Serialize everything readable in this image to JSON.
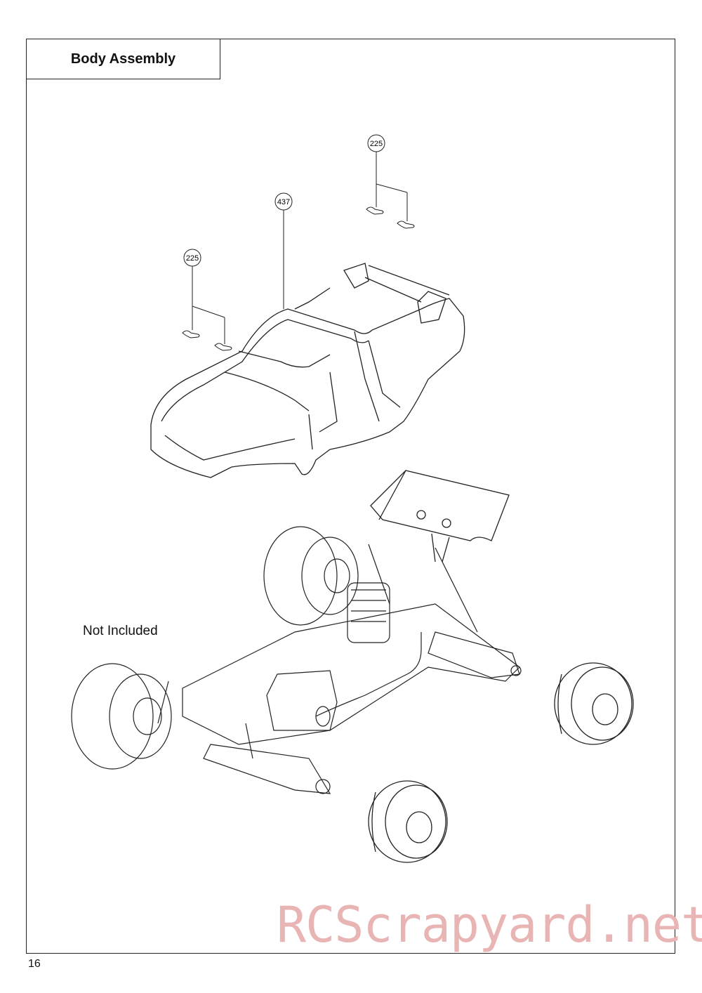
{
  "section_title": "Body Assembly",
  "callouts": [
    {
      "id": "callout-225-right",
      "label": "225"
    },
    {
      "id": "callout-437",
      "label": "437"
    },
    {
      "id": "callout-225-left",
      "label": "225"
    }
  ],
  "not_included_label": "Not Included",
  "page_number": "16",
  "watermark": "RCScrapyard.net"
}
